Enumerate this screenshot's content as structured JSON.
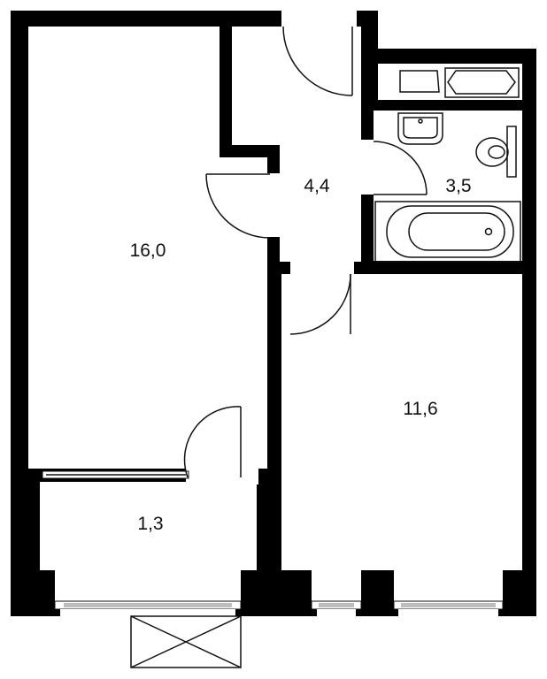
{
  "plan": {
    "colors": {
      "wall": "#000000",
      "floor": "#ffffff",
      "glass": "#bdbdbd"
    },
    "rooms": [
      {
        "id": "living-room",
        "area": "16,0"
      },
      {
        "id": "hallway",
        "area": "4,4"
      },
      {
        "id": "bathroom",
        "area": "3,5"
      },
      {
        "id": "bedroom",
        "area": "11,6"
      },
      {
        "id": "balcony",
        "area": "1,3"
      }
    ]
  }
}
